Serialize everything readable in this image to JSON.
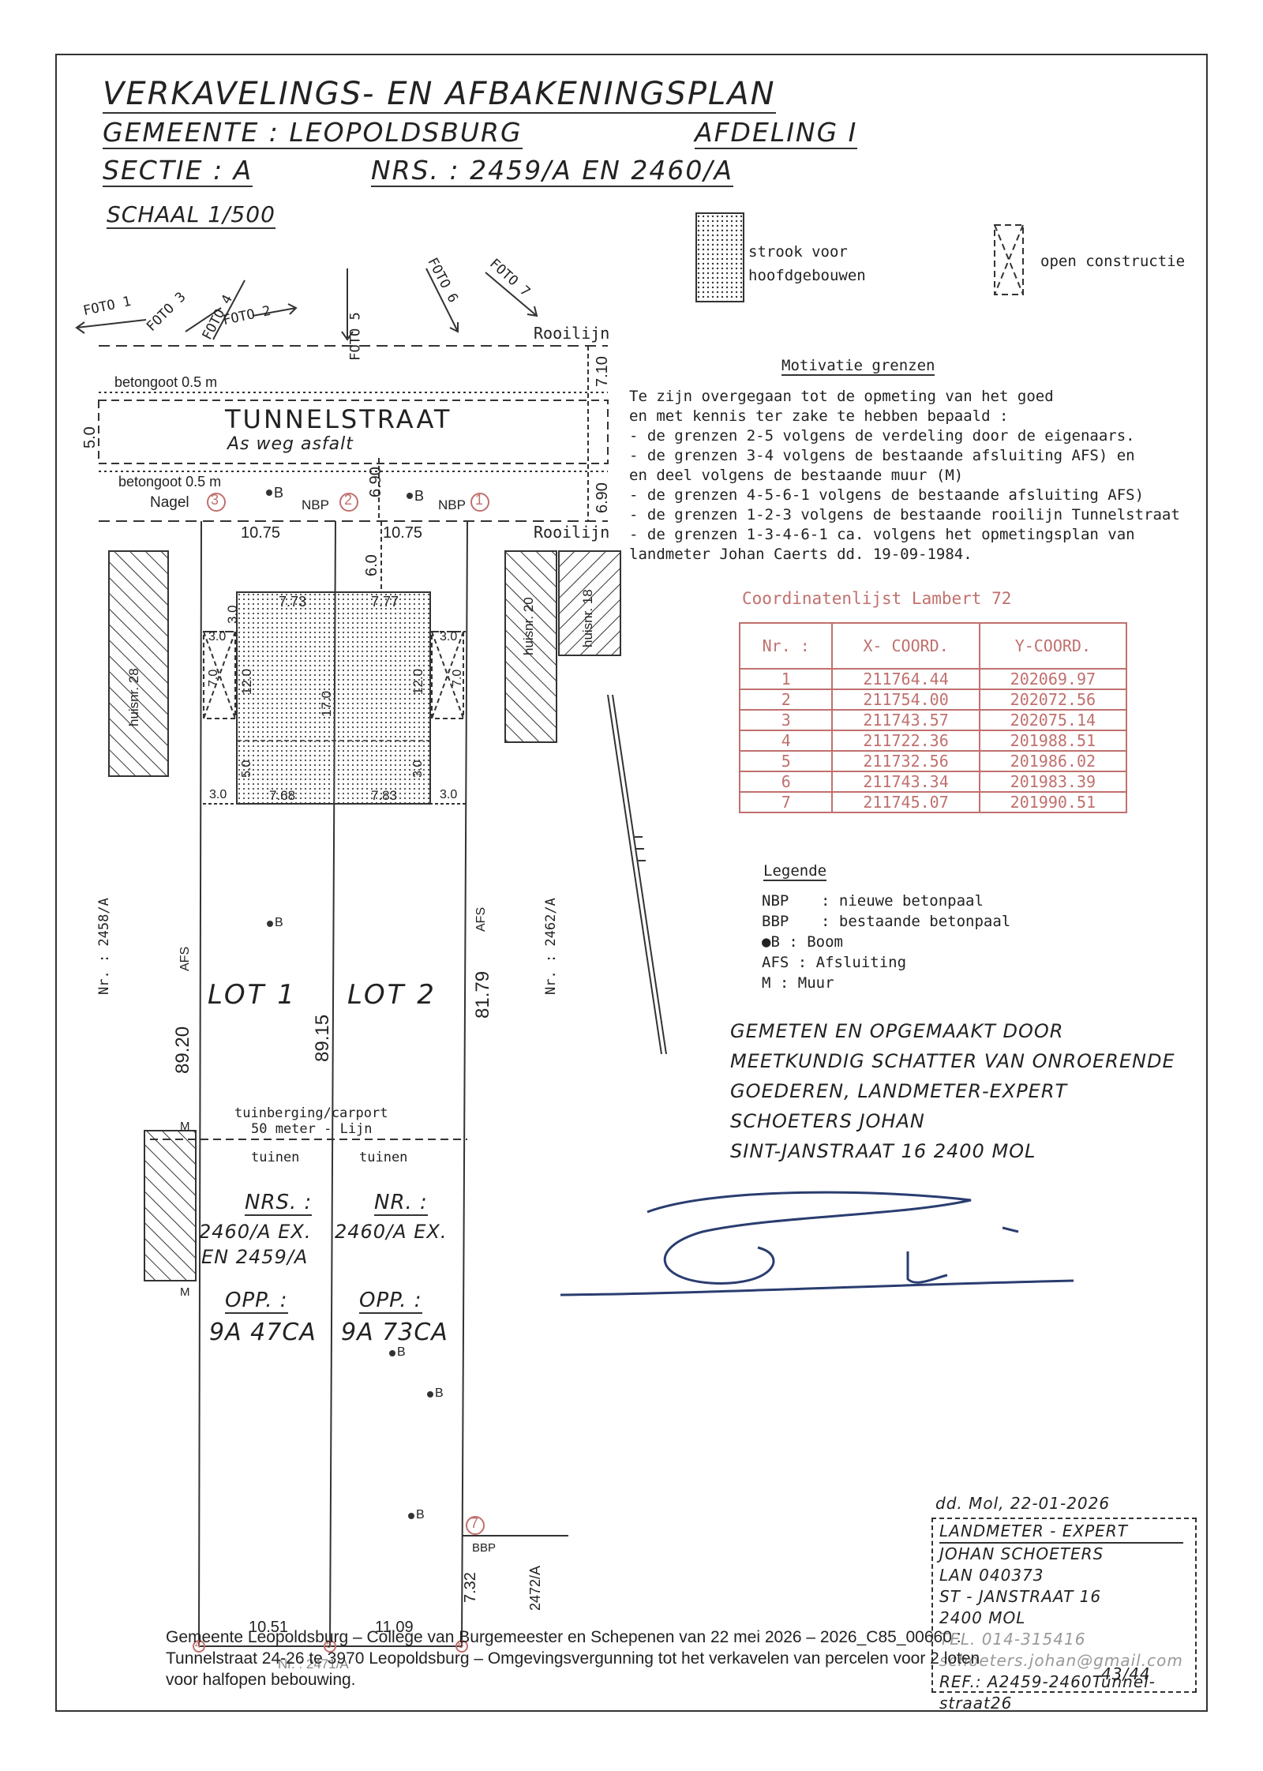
{
  "title": {
    "line1": "VERKAVELINGS- EN AFBAKENINGSPLAN",
    "line2_left": "GEMEENTE : LEOPOLDSBURG",
    "line2_right": "AFDELING I",
    "line3_left": "SECTIE : A",
    "line3_right": "NRS. : 2459/A EN 2460/A",
    "scale": "SCHAAL 1/500"
  },
  "key": {
    "strook": "strook voor",
    "strook2": "hoofdgebouwen",
    "open": "open constructie"
  },
  "photos": [
    "FOTO 1",
    "FOTO 2",
    "FOTO 3",
    "FOTO 4",
    "FOTO 5",
    "FOTO 6",
    "FOTO 7"
  ],
  "street": {
    "rooilijn": "Rooilijn",
    "betongoot_top": "betongoot 0.5 m",
    "name": "TUNNELSTRAAT",
    "asfalt": "As weg asfalt",
    "betongoot_bottom": "betongoot 0.5 m",
    "width": "5.0",
    "dim_710": "7.10",
    "dim_690a": "6.90",
    "dim_690b": "6.90",
    "nagel": "Nagel",
    "nbp": "NBP",
    "nbp2": "NBP",
    "tree": "B",
    "tree2": "B"
  },
  "points": {
    "p1": "1",
    "p2": "2",
    "p3": "3",
    "p4": "4",
    "p5": "5",
    "p6": "6",
    "p7": "7"
  },
  "dims": {
    "front_l": "10.75",
    "front_r": "10.75",
    "d60": "6.0",
    "w773": "7.73",
    "w777": "7.77",
    "s30a": "3.0",
    "s30b": "3.0",
    "s30c": "3.0",
    "s30d": "3.0",
    "s30e": "3.0",
    "s30f": "3.0",
    "s30g": "3.0",
    "d70a": "7.0",
    "d70b": "7.0",
    "d120a": "12.0",
    "d120b": "12.0",
    "d170": "17.0",
    "d50": "5.0",
    "w768": "7.68",
    "w783": "7.83",
    "l8920": "89.20",
    "l8915": "89.15",
    "l8179": "81.79",
    "back_l": "10.51",
    "back_r": "11.09",
    "d732": "7.32"
  },
  "neighbours": {
    "huis28": "huisnr. 28",
    "huis20": "huisnr. 20",
    "huis18": "huisnr. 18",
    "nr2458": "Nr. : 2458/A",
    "nr2462": "Nr. : 2462/A",
    "nr2472": "2472/A",
    "nr2471": "Nr. : 2471/A"
  },
  "lots": {
    "lot1": "LOT 1",
    "lot2": "LOT 2",
    "afs1": "AFS",
    "afs2": "AFS",
    "berging1": "tuinberging/carport",
    "berging2": "50 meter - Lijn",
    "tuinen1": "tuinen",
    "tuinen2": "tuinen",
    "nrs1_label": "NRS. :",
    "nrs1_a": "2460/A EX.",
    "nrs1_b": "EN 2459/A",
    "nrs2_label": "NR. :",
    "nrs2_a": "2460/A EX.",
    "opp1_label": "OPP. :",
    "opp1_val": "9A 47CA",
    "opp2_label": "OPP. :",
    "opp2_val": "9A 73CA",
    "m1": "M",
    "m2": "M",
    "bbp": "BBP",
    "boom": "B"
  },
  "motivatie": {
    "title": "Motivatie grenzen",
    "lines": [
      "Te zijn overgegaan tot de opmeting van het goed",
      "en met kennis ter zake te hebben bepaald :",
      "- de grenzen 2-5 volgens de verdeling door de eigenaars.",
      "- de grenzen 3-4 volgens de bestaande afsluiting AFS) en",
      "en deel volgens de bestaande muur (M)",
      "- de grenzen 4-5-6-1 volgens de bestaande afsluiting AFS)",
      "- de grenzen 1-2-3 volgens de bestaande rooilijn Tunnelstraat",
      "- de grenzen 1-3-4-6-1 ca. volgens het opmetingsplan van",
      "landmeter Johan Caerts dd. 19-09-1984."
    ]
  },
  "coords": {
    "title": "Coordinatenlijst Lambert 72",
    "headers": [
      "Nr. :",
      "X- COORD.",
      "Y-COORD."
    ],
    "rows": [
      [
        "1",
        "211764.44",
        "202069.97"
      ],
      [
        "2",
        "211754.00",
        "202072.56"
      ],
      [
        "3",
        "211743.57",
        "202075.14"
      ],
      [
        "4",
        "211722.36",
        "201988.51"
      ],
      [
        "5",
        "211732.56",
        "201986.02"
      ],
      [
        "6",
        "211743.34",
        "201983.39"
      ],
      [
        "7",
        "211745.07",
        "201990.51"
      ]
    ]
  },
  "legende": {
    "title": "Legende",
    "rows": [
      [
        "NBP",
        ": nieuwe betonpaal"
      ],
      [
        "BBP",
        ": bestaande betonpaal"
      ],
      [
        "●B",
        ": Boom"
      ],
      [
        "AFS",
        ": Afsluiting"
      ],
      [
        "M",
        ": Muur"
      ]
    ]
  },
  "surveyor": {
    "lines": [
      "GEMETEN EN OPGEMAAKT  DOOR",
      "MEETKUNDIG SCHATTER VAN ONROERENDE",
      "GOEDEREN, LANDMETER-EXPERT",
      "SCHOETERS JOHAN",
      "SINT-JANSTRAAT 16    2400  MOL"
    ]
  },
  "stamp": {
    "date": "dd. Mol, 22-01-2026",
    "lines": [
      "LANDMETER - EXPERT",
      "JOHAN SCHOETERS",
      "LAN  040373",
      "ST - JANSTRAAT 16",
      "2400  MOL",
      "TEL. 014-315416",
      "schoeters.johan@gmail.com",
      "REF.: A2459-2460Tunnel-",
      "straat26"
    ],
    "page": "43/44"
  },
  "footer": {
    "l1": "Gemeente Leopoldsburg – College van Burgemeester en Schepenen van 22 mei 2026 – 2026_C85_00660 :",
    "l2": "Tunnelstraat 24-26 te 3970 Leopoldsburg – Omgevingsvergunning tot het verkavelen van percelen voor 2 loten",
    "l3": "voor halfopen bebouwing."
  },
  "colors": {
    "ink": "#222222",
    "red": "#c0706e",
    "blue": "#2a3d70"
  }
}
